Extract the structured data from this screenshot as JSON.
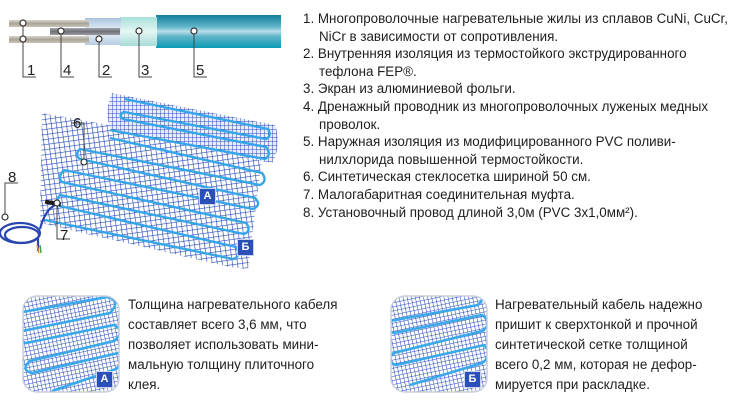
{
  "cable_diagram": {
    "labels": [
      "1",
      "4",
      "2",
      "3",
      "5"
    ],
    "colors": {
      "core": "#b9b4aa",
      "drain": "#8a8c93",
      "inner_insulation": "#cfe0ee",
      "foil_screen": "#bfe8e3",
      "outer_jacket": "#1595ad"
    }
  },
  "mat_diagram": {
    "labels": {
      "mesh": "6",
      "coupling": "7",
      "lead_wire": "8"
    },
    "zone_badges": [
      "А",
      "Б"
    ],
    "colors": {
      "mesh": "#2b4db6",
      "cable": "#35a6e8"
    }
  },
  "components_list": [
    {
      "num": "1.",
      "text": "Многопроволочные нагревательные жилы из сплавов CuNi, CuCr, NiCr в зависимости от сопротивления."
    },
    {
      "num": "2.",
      "text": "Внутренняя изоляция из термостойкого экструдированного тефлона FEP®."
    },
    {
      "num": "3.",
      "text": " Экран из алюминиевой фольги."
    },
    {
      "num": "4.",
      "text": "Дренажный проводник из многопроволочных луженых медных проволок."
    },
    {
      "num": "5.",
      "text": "Наружная изоляция из модифицированного PVC поливи-нилхлорида повышенной термостойкости."
    },
    {
      "num": "6.",
      "text": "Синтетическая стеклосетка шириной 50 см."
    },
    {
      "num": "7.",
      "text": "Малогабаритная соединительная муфта."
    },
    {
      "num": "8.",
      "text": "Установочный провод длиной 3,0м  (PVC 3х1,0мм²)."
    }
  ],
  "features": [
    {
      "badge": "А",
      "lines": [
        "Толщина нагревательного кабеля",
        "составляет всего 3,6 мм, что",
        "позволяет использовать мини-",
        "мальную толщину плиточного",
        "клея."
      ]
    },
    {
      "badge": "Б",
      "lines": [
        "Нагревательный кабель надежно",
        "пришит к сверхтонкой и прочной",
        "синтетической сетке толщиной",
        "всего 0,2 мм, которая не дефор-",
        "мируется при раскладке."
      ]
    }
  ]
}
